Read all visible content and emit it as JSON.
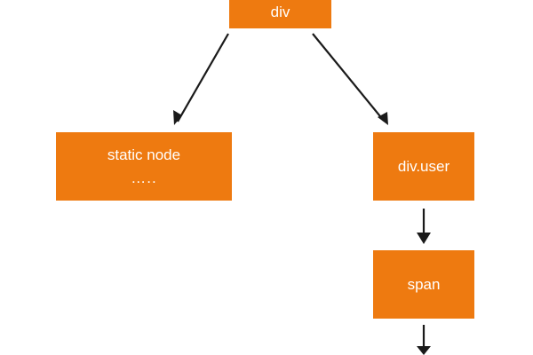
{
  "colors": {
    "node_fill": "#ee7a10",
    "node_text": "#ffffff",
    "edge": "#1a1a1a"
  },
  "nodes": {
    "root": {
      "label": "div"
    },
    "static_node": {
      "label": "static node",
      "detail": "….."
    },
    "div_user": {
      "label": "div.user"
    },
    "span": {
      "label": "span"
    }
  },
  "edges": [
    {
      "from": "div",
      "to": "static node"
    },
    {
      "from": "div",
      "to": "div.user"
    },
    {
      "from": "div.user",
      "to": "span"
    },
    {
      "from": "span",
      "to": ""
    }
  ]
}
